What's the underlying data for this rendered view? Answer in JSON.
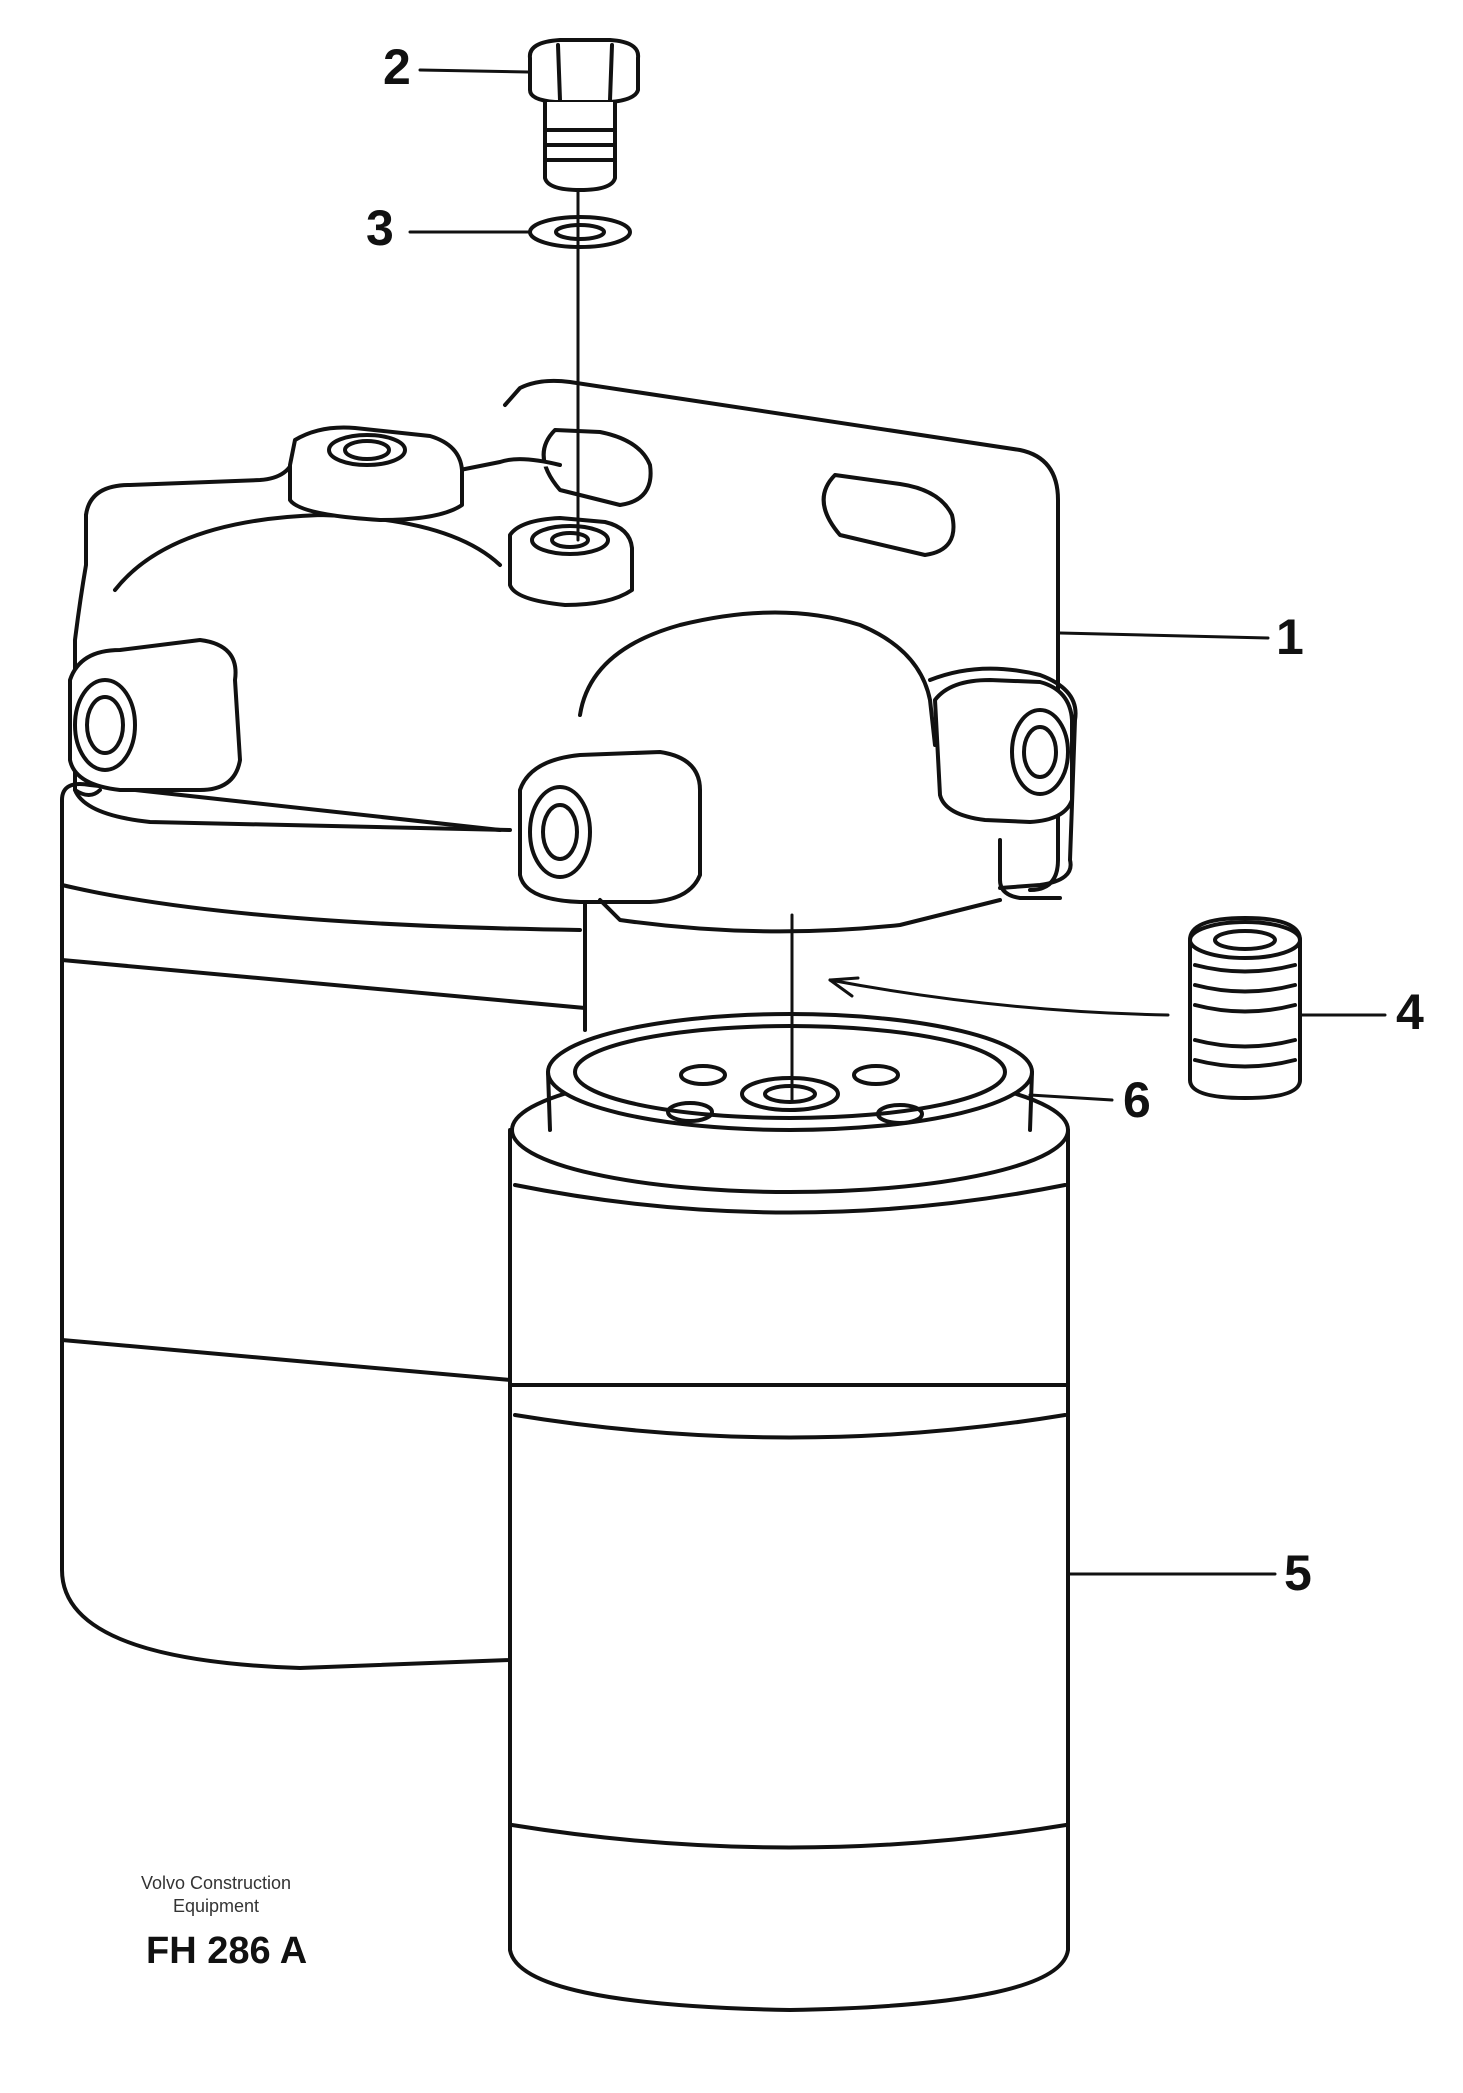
{
  "callouts": {
    "part_1": "1",
    "part_2": "2",
    "part_3": "3",
    "part_4": "4",
    "part_5": "5",
    "part_6": "6"
  },
  "footer": {
    "maker_line1": "Volvo Construction",
    "maker_line2": "Equipment",
    "figure_code": "FH 286 A"
  },
  "colors": {
    "line": "#111111",
    "background": "#ffffff"
  }
}
